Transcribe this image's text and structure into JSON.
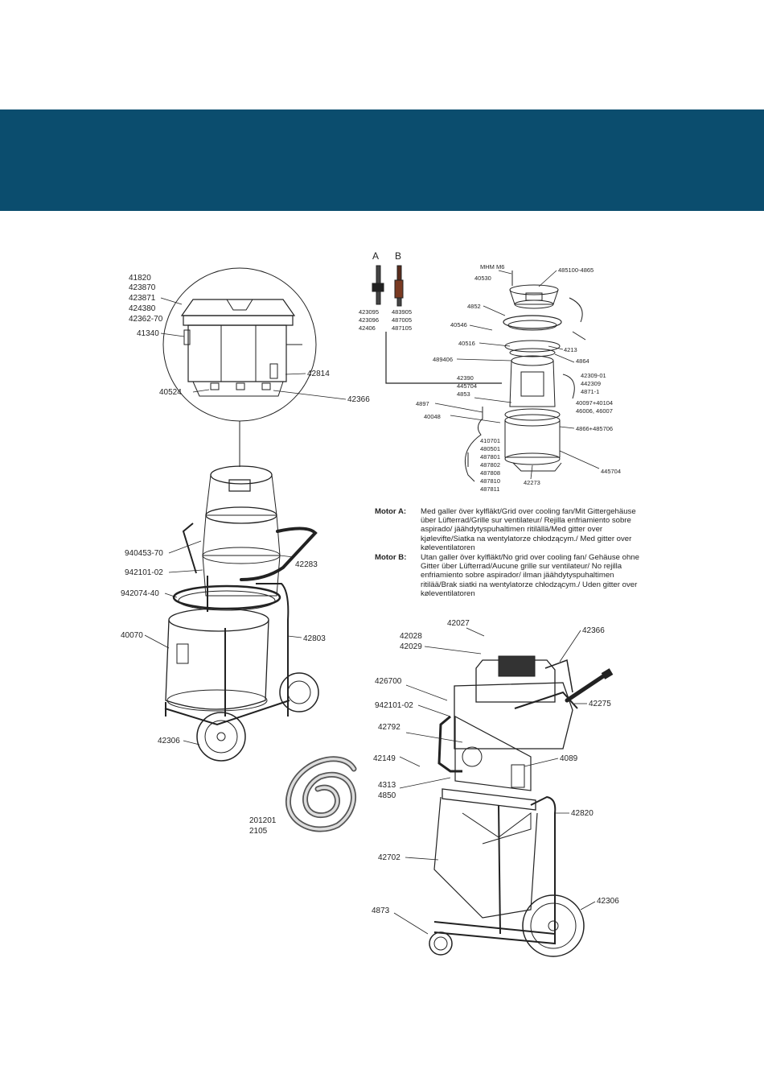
{
  "banner": {
    "color": "#0b4d6e"
  },
  "variants": [
    {
      "letter": "A",
      "parts": [
        "423095",
        "423096",
        "42406"
      ]
    },
    {
      "letter": "B",
      "parts": [
        "483905",
        "487005",
        "487105"
      ]
    }
  ],
  "notes": [
    {
      "label": "Motor A:",
      "text": "Med galler över kylfläkt/Grid over cooling fan/Mit Gittergehäuse über Lüfterrad/Grille sur ventilateur/ Rejilla enfriamiento sobre aspirado/ jäähdytyspuhaltimen ritilällä/Med gitter over kjølevifte/Siatka na wentylatorze chłodzącym./ Med gitter over køleventilatoren"
    },
    {
      "label": "Motor B:",
      "text": "Utan galler över kylfläkt/No grid over cooling fan/ Gehäuse ohne Gitter über Lüfterrad/Aucune grille sur ventilateur/ No rejilla enfriamiento sobre aspirador/ ilman jäähdytyspuhaltimen ritilää/Brak siatki na wentylatorze chłodzącym./ Uden gitter over køleventilatoren"
    }
  ],
  "labels": {
    "l41820": "41820",
    "l423870": "423870",
    "l423871": "423871",
    "l424380": "424380",
    "l42362": "42362-70",
    "l41340": "41340",
    "l42814": "42814",
    "l40524": "40524",
    "l42366a": "42366",
    "l940453": "940453-70",
    "l942101a": "942101-02",
    "l942074": "942074-40",
    "l42283": "42283",
    "l40070": "40070",
    "l42803": "42803",
    "l42306a": "42306",
    "l201201": "201201",
    "l2105": "2105",
    "lMHM": "MHM M6",
    "l40530": "40530",
    "l485100": "485100-4865",
    "l4852": "4852",
    "l40546": "40546",
    "l40516": "40516",
    "l4213": "4213",
    "l489406": "489406",
    "l4864": "4864",
    "l42390": "42390",
    "l445704a": "445704",
    "l4853": "4853",
    "l42309": "42309-01",
    "l442309": "442309",
    "l4871": "4871-1",
    "l4897": "4897",
    "l40048": "40048",
    "l40097": "40097+40104",
    "l46006": "46006, 46007",
    "l4866": "4866+485706",
    "l410701": "410701",
    "l480501": "480501",
    "l487801": "487801",
    "l487802": "487802",
    "l487808": "487808",
    "l487810": "487810",
    "l487811": "487811",
    "l42273": "42273",
    "l445704b": "445704",
    "l42027": "42027",
    "l42028": "42028",
    "l42029": "42029",
    "l42366b": "42366",
    "l426700": "426700",
    "l942101b": "942101-02",
    "l42275": "42275",
    "l42792": "42792",
    "l42149": "42149",
    "l4089": "4089",
    "l4313": "4313",
    "l4850": "4850",
    "l42820": "42820",
    "l42702": "42702",
    "l42306b": "42306",
    "l4873": "4873"
  }
}
